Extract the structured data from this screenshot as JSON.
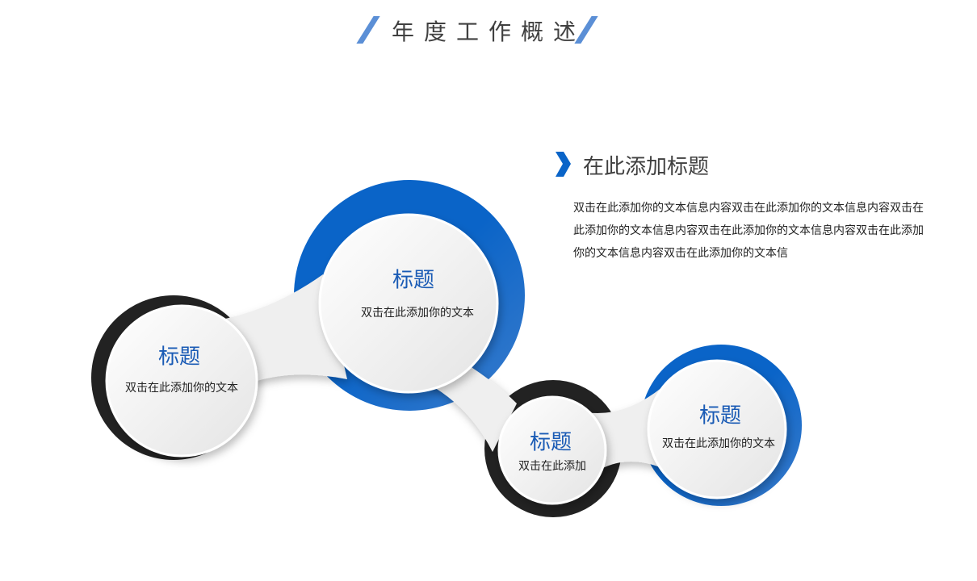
{
  "header": {
    "title": "年度工作概述"
  },
  "info": {
    "heading": "在此添加标题",
    "body": "双击在此添加你的文本信息内容双击在此添加你的文本信息内容双击在此添加你的文本信息内容双击在此添加你的文本信息内容双击在此添加你的文本信息内容双击在此添加你的文本信"
  },
  "nodes": [
    {
      "title": "标题",
      "text": "双击在此添加你的文本"
    },
    {
      "title": "标题",
      "text": "双击在此添加你的文本"
    },
    {
      "title": "标题",
      "text": "双击在此添加"
    },
    {
      "title": "标题",
      "text": "双击在此添加你的文本"
    }
  ],
  "colors": {
    "blue": "#0a64c8",
    "black": "#222222",
    "slash": "#5b8fd6"
  }
}
